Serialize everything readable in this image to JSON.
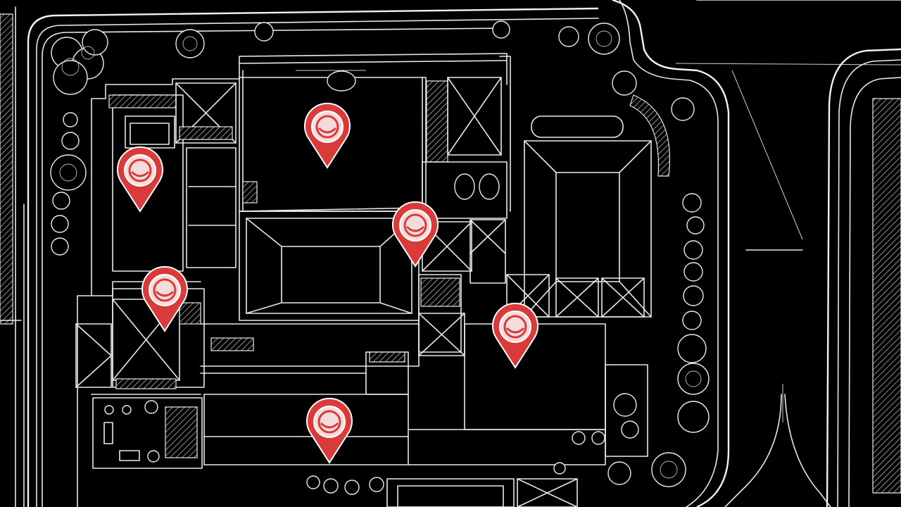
{
  "map": {
    "style": "dark site plan line drawing",
    "background_color": "#000000",
    "line_color": "#e9e9e9",
    "marker_color": "#d93a3a",
    "marker_inner_color": "#f4dcdc",
    "marker_icon": "map-pin-icon"
  },
  "markers": [
    {
      "id": "marker-1",
      "icon": "map-pin-icon"
    },
    {
      "id": "marker-2",
      "icon": "map-pin-icon"
    },
    {
      "id": "marker-3",
      "icon": "map-pin-icon"
    },
    {
      "id": "marker-4",
      "icon": "map-pin-icon"
    },
    {
      "id": "marker-5",
      "icon": "map-pin-icon"
    },
    {
      "id": "marker-6",
      "icon": "map-pin-icon"
    }
  ]
}
